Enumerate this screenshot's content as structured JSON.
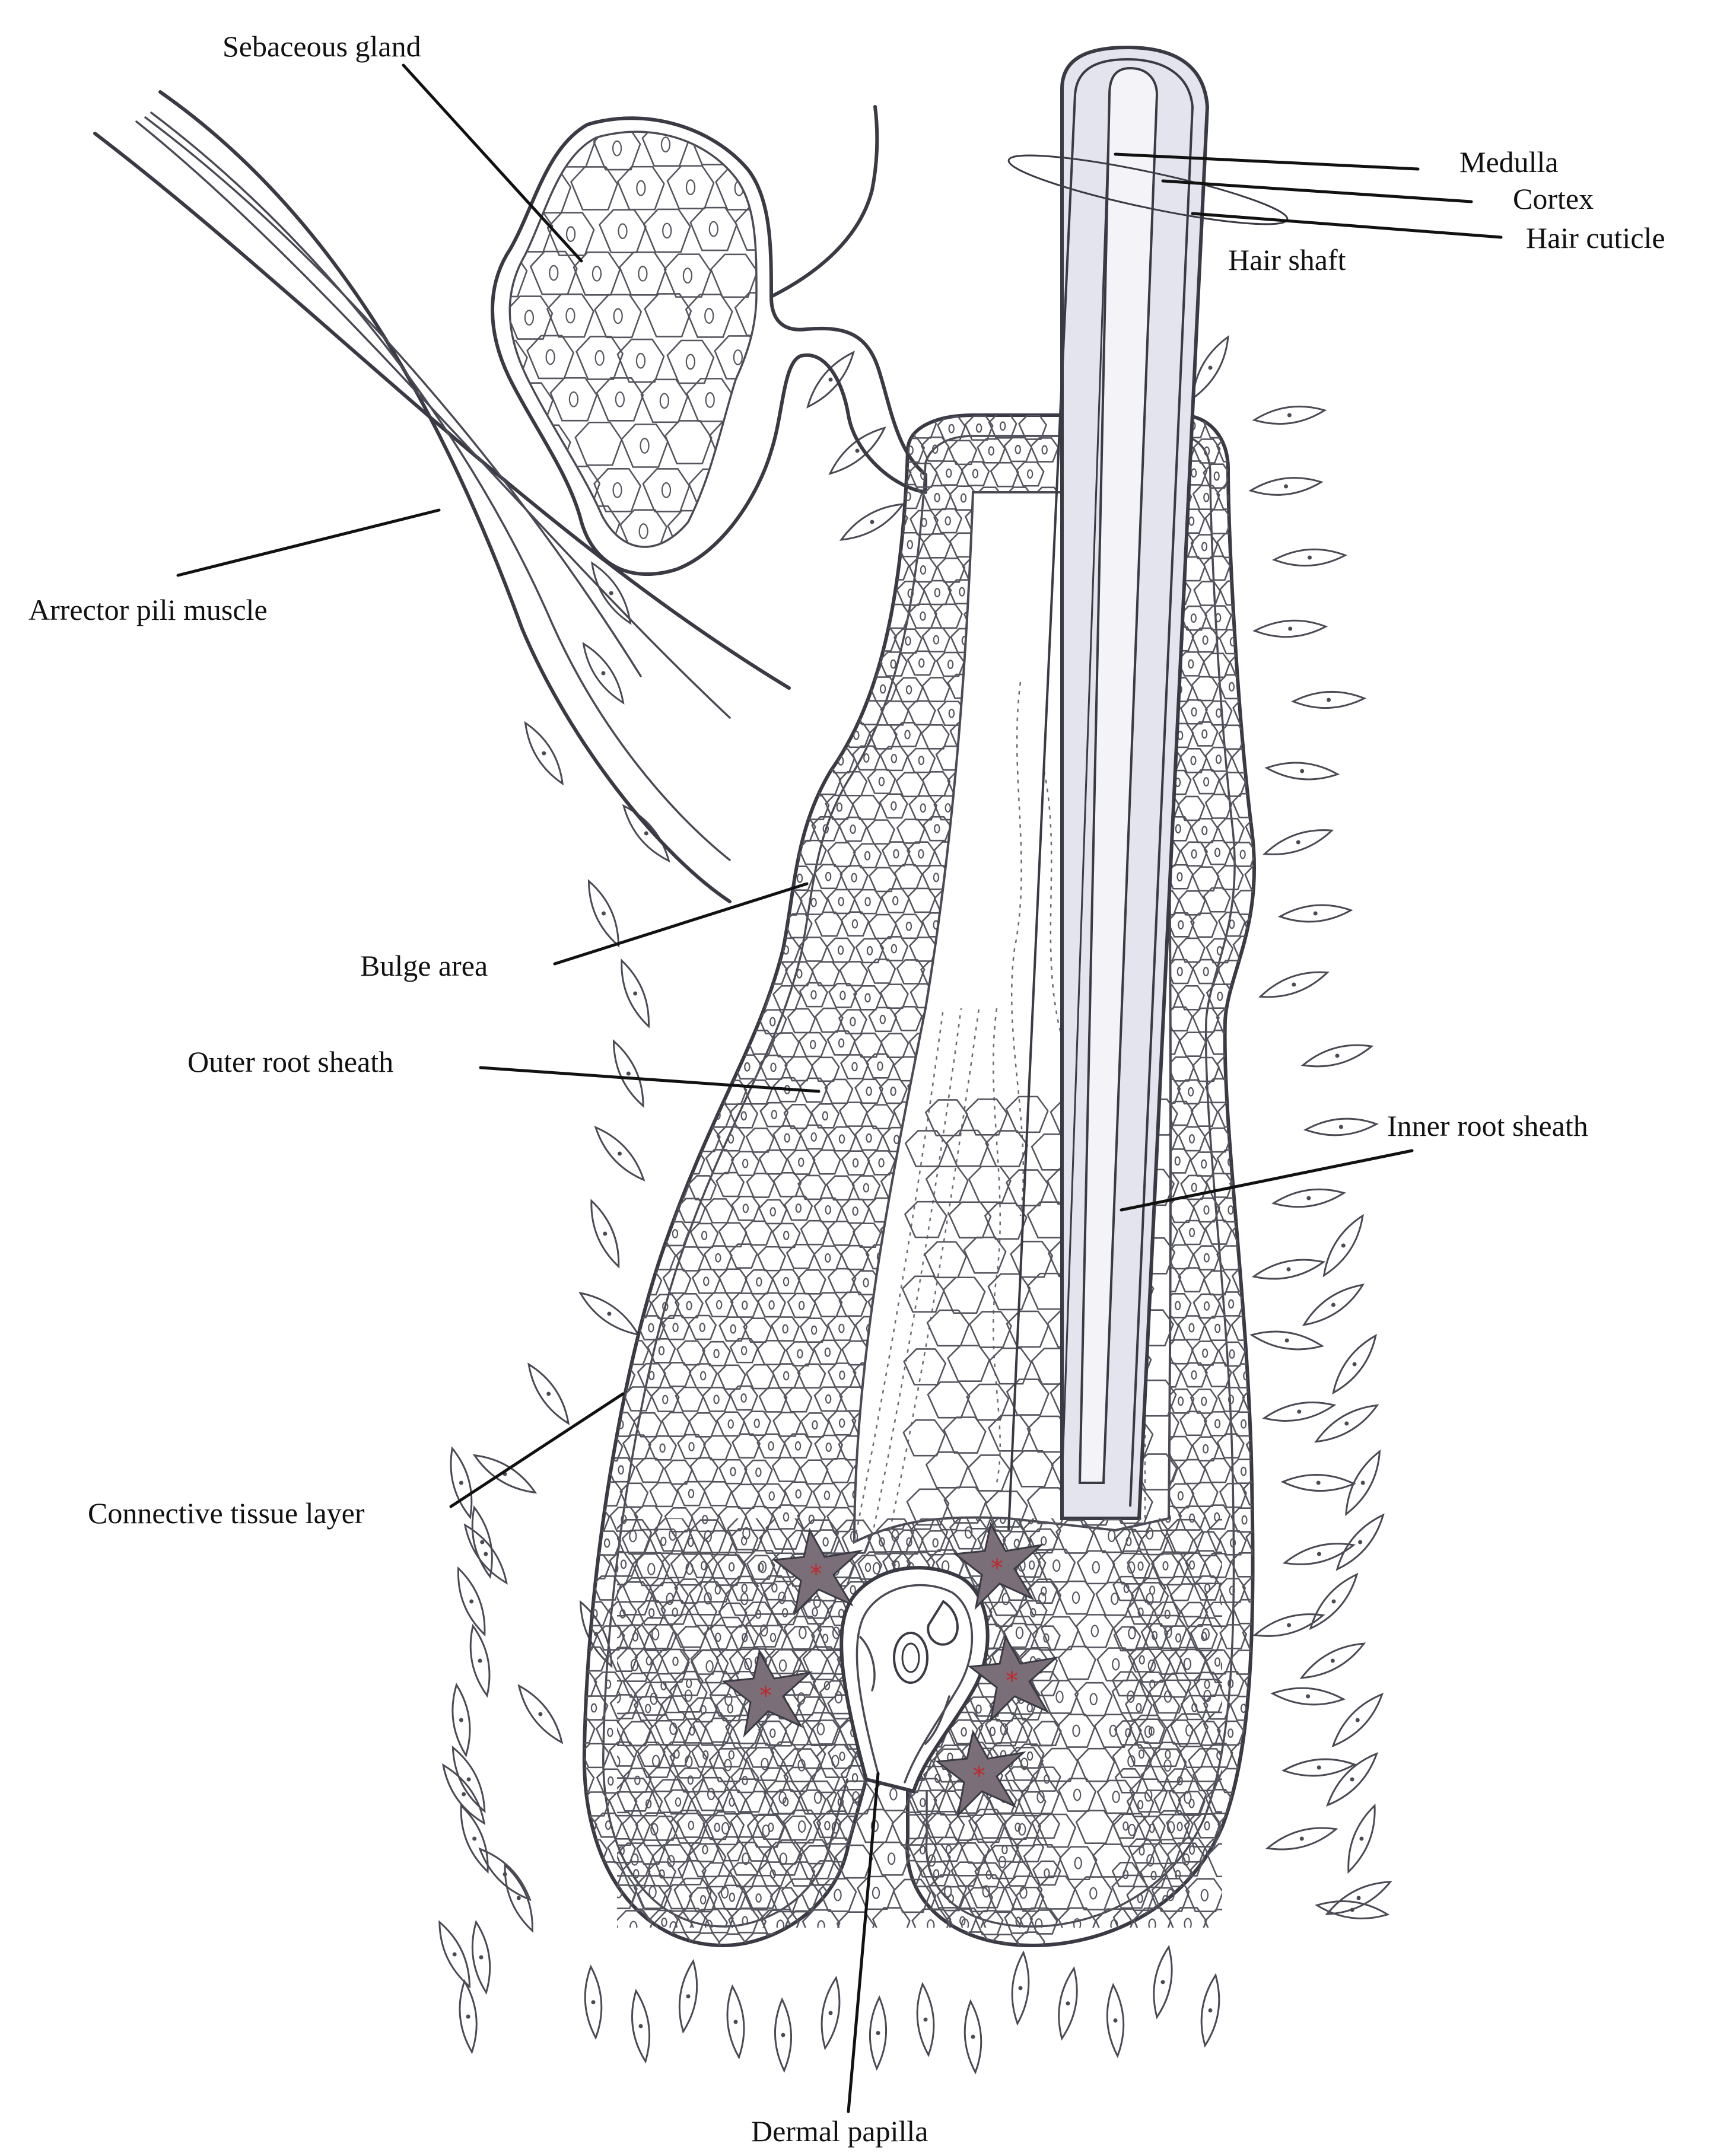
{
  "diagram": {
    "colors": {
      "line": "#3a3a44",
      "shaft_fill": "#e4e4ee",
      "melanocyte": "#7a6e78",
      "melanocyte_mark": "#c0282e",
      "background": "#ffffff"
    },
    "labels": {
      "sebaceous_gland": "Sebaceous gland",
      "medulla": "Medulla",
      "cortex": "Cortex",
      "hair_cuticle": "Hair cuticle",
      "hair_shaft": "Hair shaft",
      "arrector_pili_muscle": "Arrector pili muscle",
      "bulge_area": "Bulge area",
      "outer_root_sheath": "Outer root sheath",
      "inner_root_sheath": "Inner root sheath",
      "connective_tissue_layer": "Connective tissue layer",
      "dermal_papilla": "Dermal papilla"
    },
    "melanocyte_marker": "*"
  }
}
